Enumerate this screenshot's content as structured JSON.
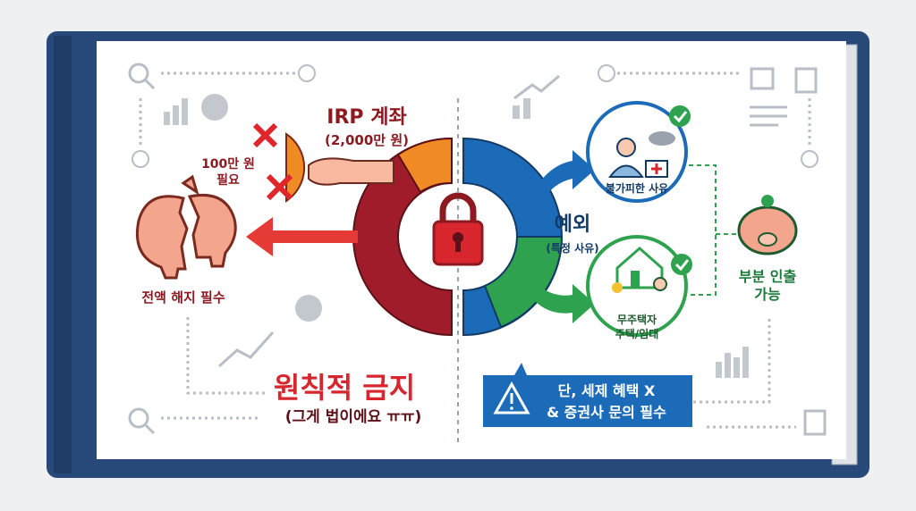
{
  "left": {
    "account_title": "IRP 계좌",
    "account_amount": "(2,000만 원)",
    "need_line1": "100만 원",
    "need_line2": "필요",
    "full_cancel": "전액 해지 필수",
    "rule_title": "원칙적 금지",
    "rule_sub": "(그게 법이에요 ㅠㅠ)"
  },
  "right": {
    "exception_title": "예외",
    "exception_sub": "(특정 사유)",
    "case1": "불가피한 사유",
    "case2_line1": "무주택자",
    "case2_line2": "주택/임대",
    "partial_line1": "부분 인출",
    "partial_line2": "가능",
    "warning_line1": "단, 세제 혜택 X",
    "warning_line2": "& 증권사 문의 필수"
  },
  "colors": {
    "frame": "#27497a",
    "red": "#d8262e",
    "dark_red": "#a11c2b",
    "orange": "#f08a24",
    "blue": "#1c6bb8",
    "green": "#2fa24f",
    "pig": "#f4a58e"
  }
}
